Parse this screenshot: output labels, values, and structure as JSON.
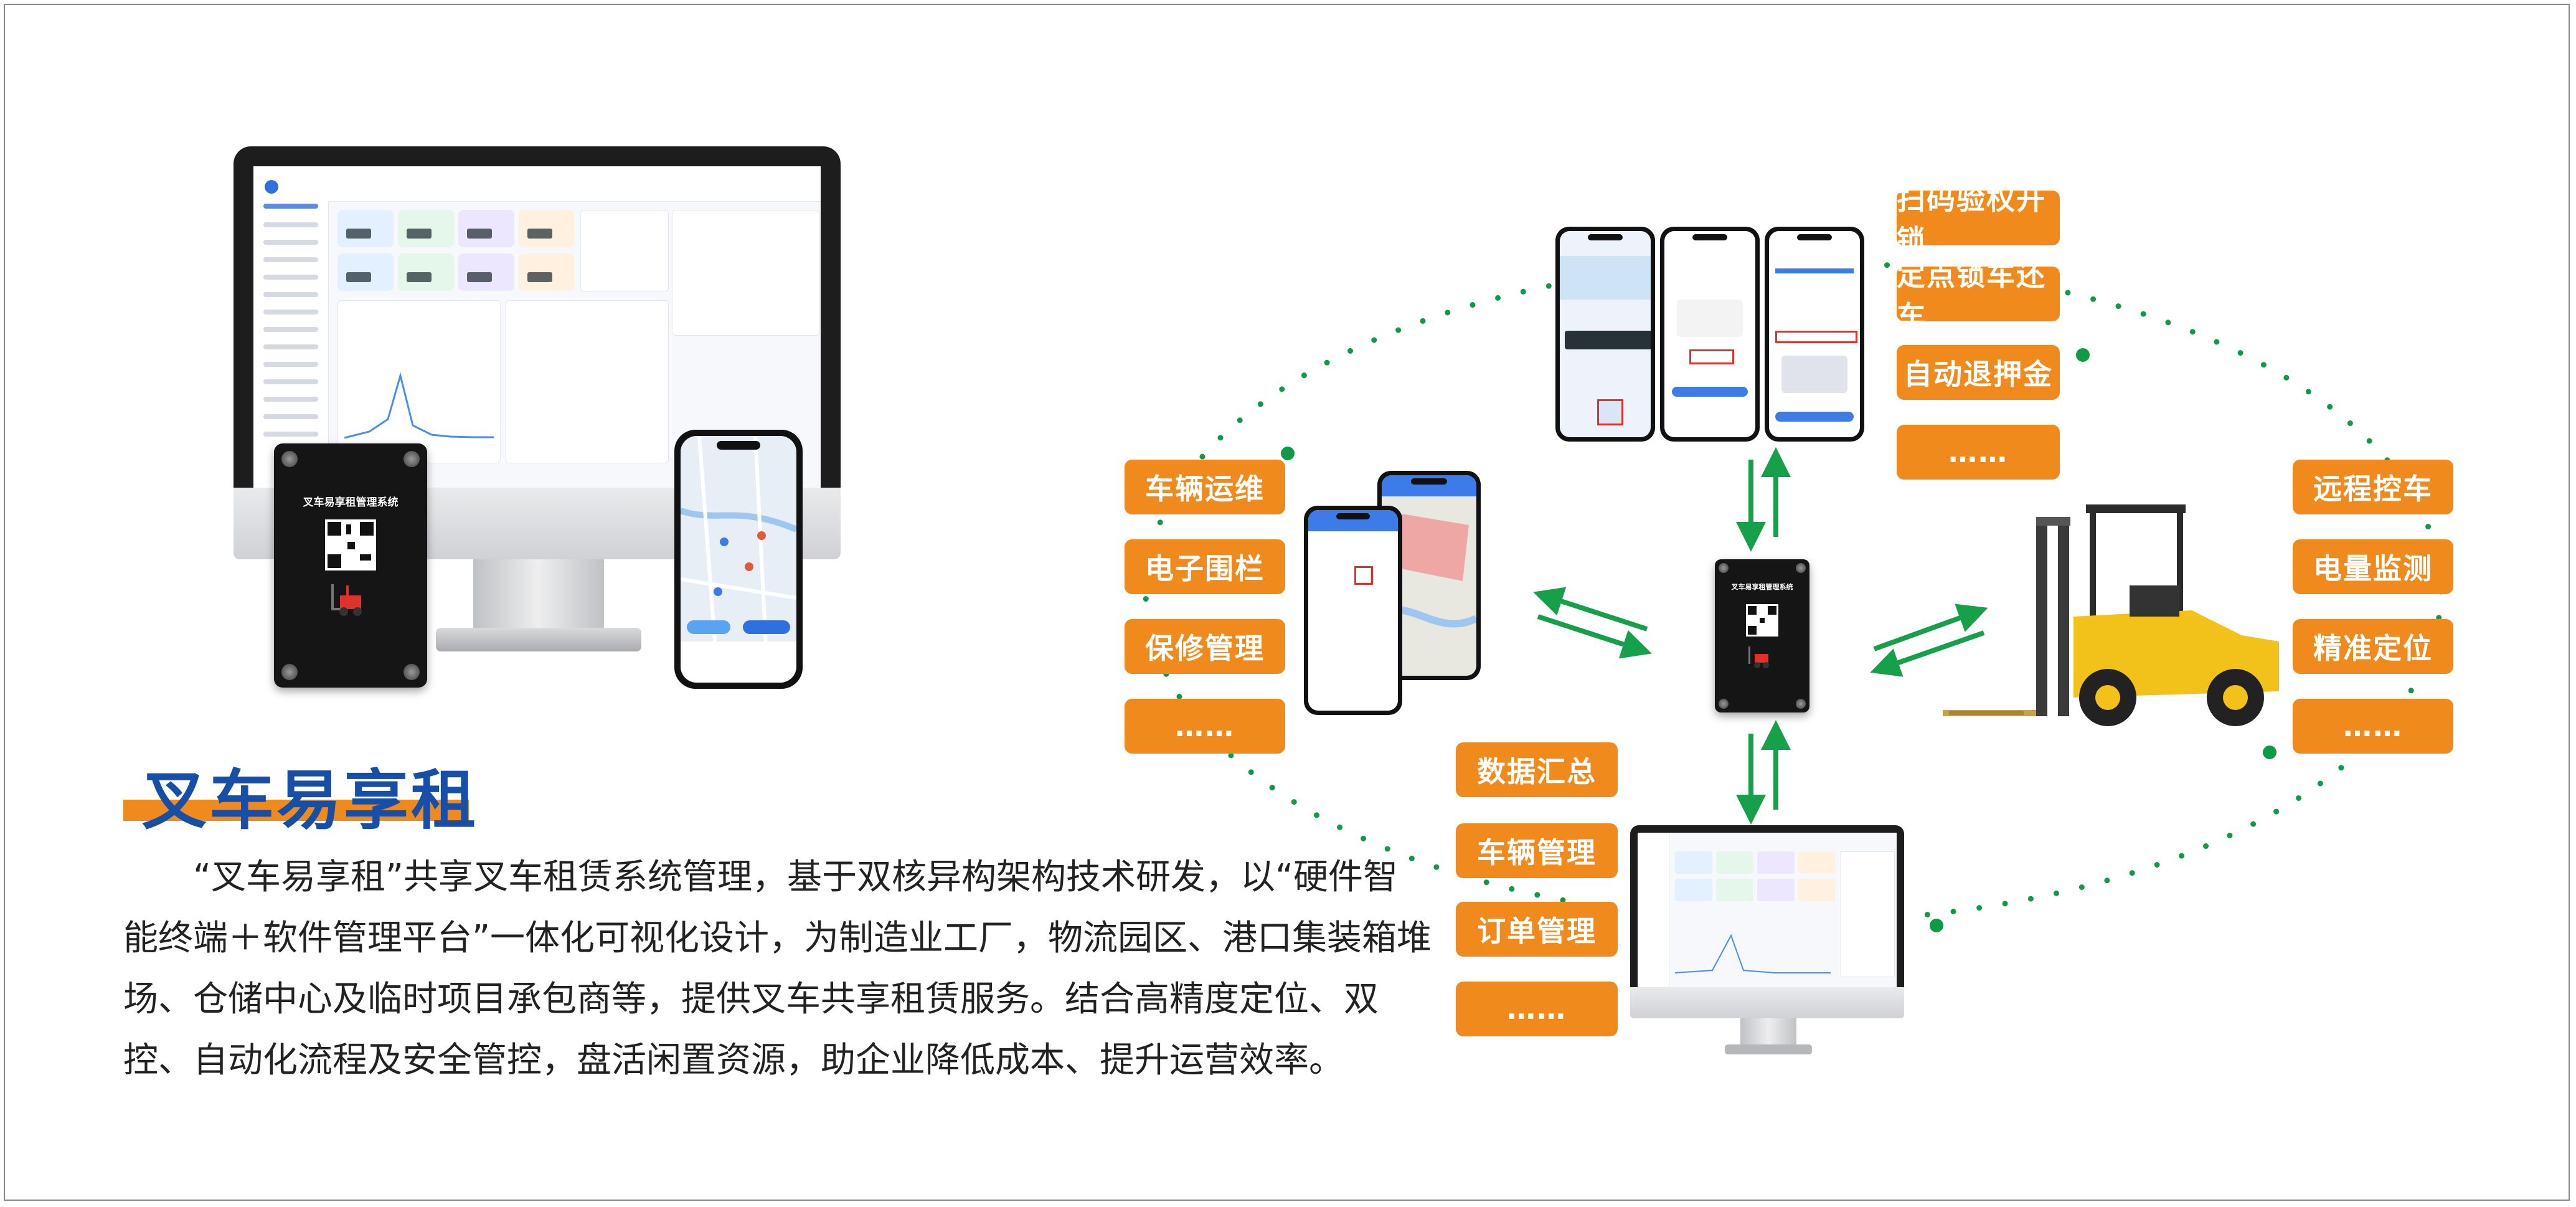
{
  "product": {
    "title": "叉车易享租",
    "device_label": "叉车易享租管理系统",
    "description_lines": [
      "“叉车易享租”共享叉车租赁系统管理，基于双核异构架构技术研发，以“硬件智",
      "能终端＋软件管理平台”一体化可视化设计，为制造业工厂，物流园区、港口集装箱堆",
      "场、仓储中心及临时项目承包商等，提供叉车共享租赁服务。结合高精度定位、双",
      "控、自动化流程及安全管控，盘活闲置资源，助企业降低成本、提升运营效率。"
    ]
  },
  "diagram": {
    "app_features": [
      "扫码验权开锁",
      "定点锁车还车",
      "自动退押金",
      "……"
    ],
    "ops_features": [
      "车辆运维",
      "电子围栏",
      "保修管理",
      "……"
    ],
    "vehicle_features": [
      "远程控车",
      "电量监测",
      "精准定位",
      "……"
    ],
    "platform_features": [
      "数据汇总",
      "车辆管理",
      "订单管理",
      "……"
    ]
  },
  "colors": {
    "accent_orange": "#f08a1c",
    "title_blue": "#164ea8",
    "arrow_green": "#16a04a",
    "dot_green": "#0f9a48"
  }
}
